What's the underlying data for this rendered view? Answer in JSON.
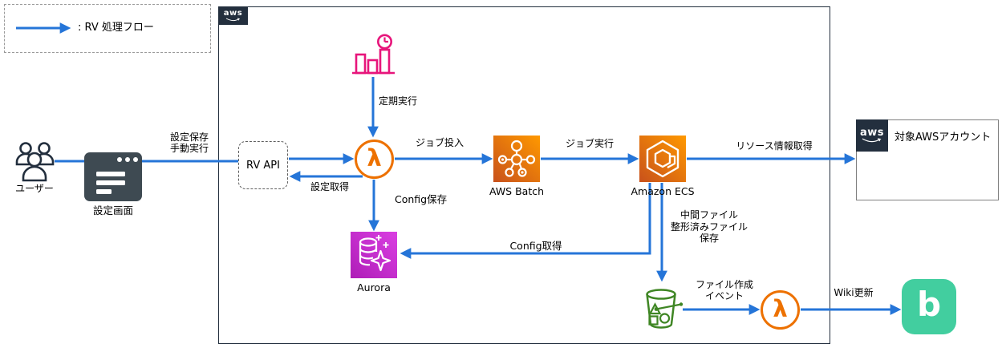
{
  "colors": {
    "flow_blue": "#2575D8",
    "aws_dark": "#232F3E",
    "lambda_orange": "#ED7100",
    "compute_gradient": [
      "#FF9900",
      "#C8511B"
    ],
    "aurora_magenta": "#C92BD1",
    "s3_green": "#3F8624",
    "scheduler_pink": "#E7157B",
    "backlog_green": "#42CE9F"
  },
  "legend": {
    "label": ": RV 処理フロー"
  },
  "actors": {
    "user_label": "ユーザー",
    "screen_label": "設定画面"
  },
  "aws_cloud": {
    "badge": "aws"
  },
  "icons": {
    "lambda_glyph": "λ",
    "backlog_glyph": "b"
  },
  "nodes": {
    "rv_api": "RV API",
    "batch": "AWS Batch",
    "ecs": "Amazon ECS",
    "aurora": "Aurora",
    "target_account": "対象AWSアカウント"
  },
  "edges": {
    "save_manual": [
      "設定保存",
      "手動実行"
    ],
    "get_settings": "設定取得",
    "scheduled_run": "定期実行",
    "submit_job": "ジョブ投入",
    "run_job": "ジョブ実行",
    "get_resources": "リソース情報取得",
    "config_save": "Config保存",
    "config_get": "Config取得",
    "file_save": [
      "中間ファイル",
      "整形済みファイル",
      "保存"
    ],
    "file_created": [
      "ファイル作成",
      "イベント"
    ],
    "wiki_update": "Wiki更新"
  }
}
